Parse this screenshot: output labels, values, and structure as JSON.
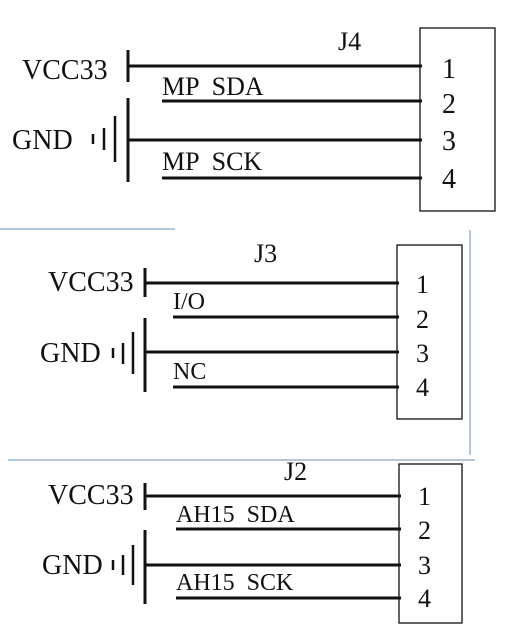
{
  "connectors": [
    {
      "ref": "J4",
      "power_label": "VCC33",
      "ground_label": "GND",
      "signals": [
        "MP  SDA",
        "MP  SCK"
      ],
      "pins": [
        "1",
        "2",
        "3",
        "4"
      ]
    },
    {
      "ref": "J3",
      "power_label": "VCC33",
      "ground_label": "GND",
      "signals": [
        "I/O",
        "NC"
      ],
      "pins": [
        "1",
        "2",
        "3",
        "4"
      ]
    },
    {
      "ref": "J2",
      "power_label": "VCC33",
      "ground_label": "GND",
      "signals": [
        "AH15  SDA",
        "AH15  SCK"
      ],
      "pins": [
        "1",
        "2",
        "3",
        "4"
      ]
    }
  ]
}
